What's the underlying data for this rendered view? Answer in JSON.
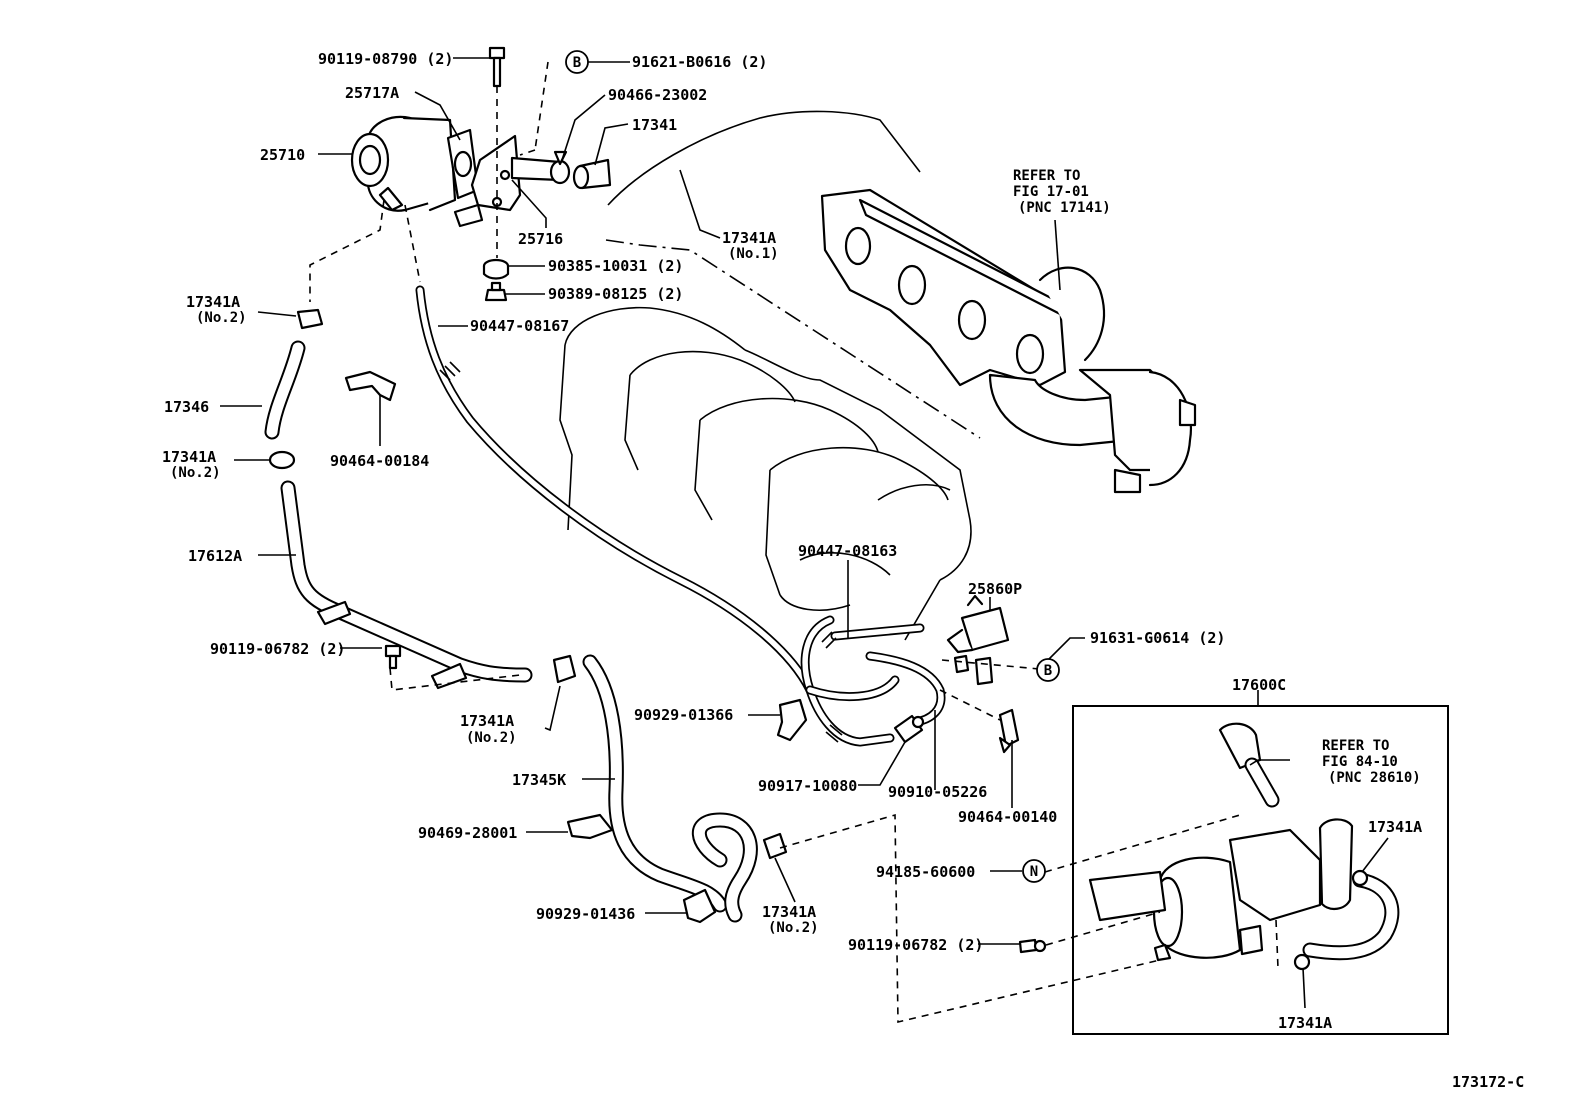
{
  "figure_code": "173172-C",
  "parts": {
    "p_90119_08790": "90119-08790 (2)",
    "p_91621_b0616": "91621-B0616 (2)",
    "p_25717a": "25717A",
    "p_90466_23002": "90466-23002",
    "p_17341_top": "17341",
    "p_25710": "25710",
    "p_25716": "25716",
    "p_17341a_no1": "17341A",
    "p_17341a_no1_sub": "(No.1)",
    "p_90385_10031": "90385-10031 (2)",
    "p_90389_08125": "90389-08125 (2)",
    "p_17341a_no2_a": "17341A",
    "p_17341a_no2_a_sub": "(No.2)",
    "p_90447_08167": "90447-08167",
    "p_17346": "17346",
    "p_17341a_no2_b": "17341A",
    "p_17341a_no2_b_sub": "(No.2)",
    "p_90464_00184": "90464-00184",
    "p_17612a": "17612A",
    "p_90447_08163": "90447-08163",
    "p_25860p": "25860P",
    "p_91631_g0614": "91631-G0614 (2)",
    "p_90119_06782_left": "90119-06782 (2)",
    "p_17600c": "17600C",
    "p_17341a_no2_c": "17341A",
    "p_17341a_no2_c_sub": "(No.2)",
    "p_90929_01366": "90929-01366",
    "p_17345k": "17345K",
    "p_90917_10080": "90917-10080",
    "p_90910_05226": "90910-05226",
    "p_90464_00140": "90464-00140",
    "p_90469_28001": "90469-28001",
    "p_94185_60600": "94185-60600",
    "p_17341a_right_top": "17341A",
    "p_90929_01436": "90929-01436",
    "p_17341a_no2_d": "17341A",
    "p_17341a_no2_d_sub": "(No.2)",
    "p_90119_06782_right": "90119-06782 (2)",
    "p_17341a_right_bottom": "17341A"
  },
  "references": {
    "ref1_line1": "REFER TO",
    "ref1_line2": "FIG 17-01",
    "ref1_line3": "(PNC 17141)",
    "ref2_line1": "REFER TO",
    "ref2_line2": "FIG 84-10",
    "ref2_line3": "(PNC 28610)"
  },
  "symbols": {
    "b_upper": "B",
    "b_lower": "B",
    "n": "N"
  }
}
